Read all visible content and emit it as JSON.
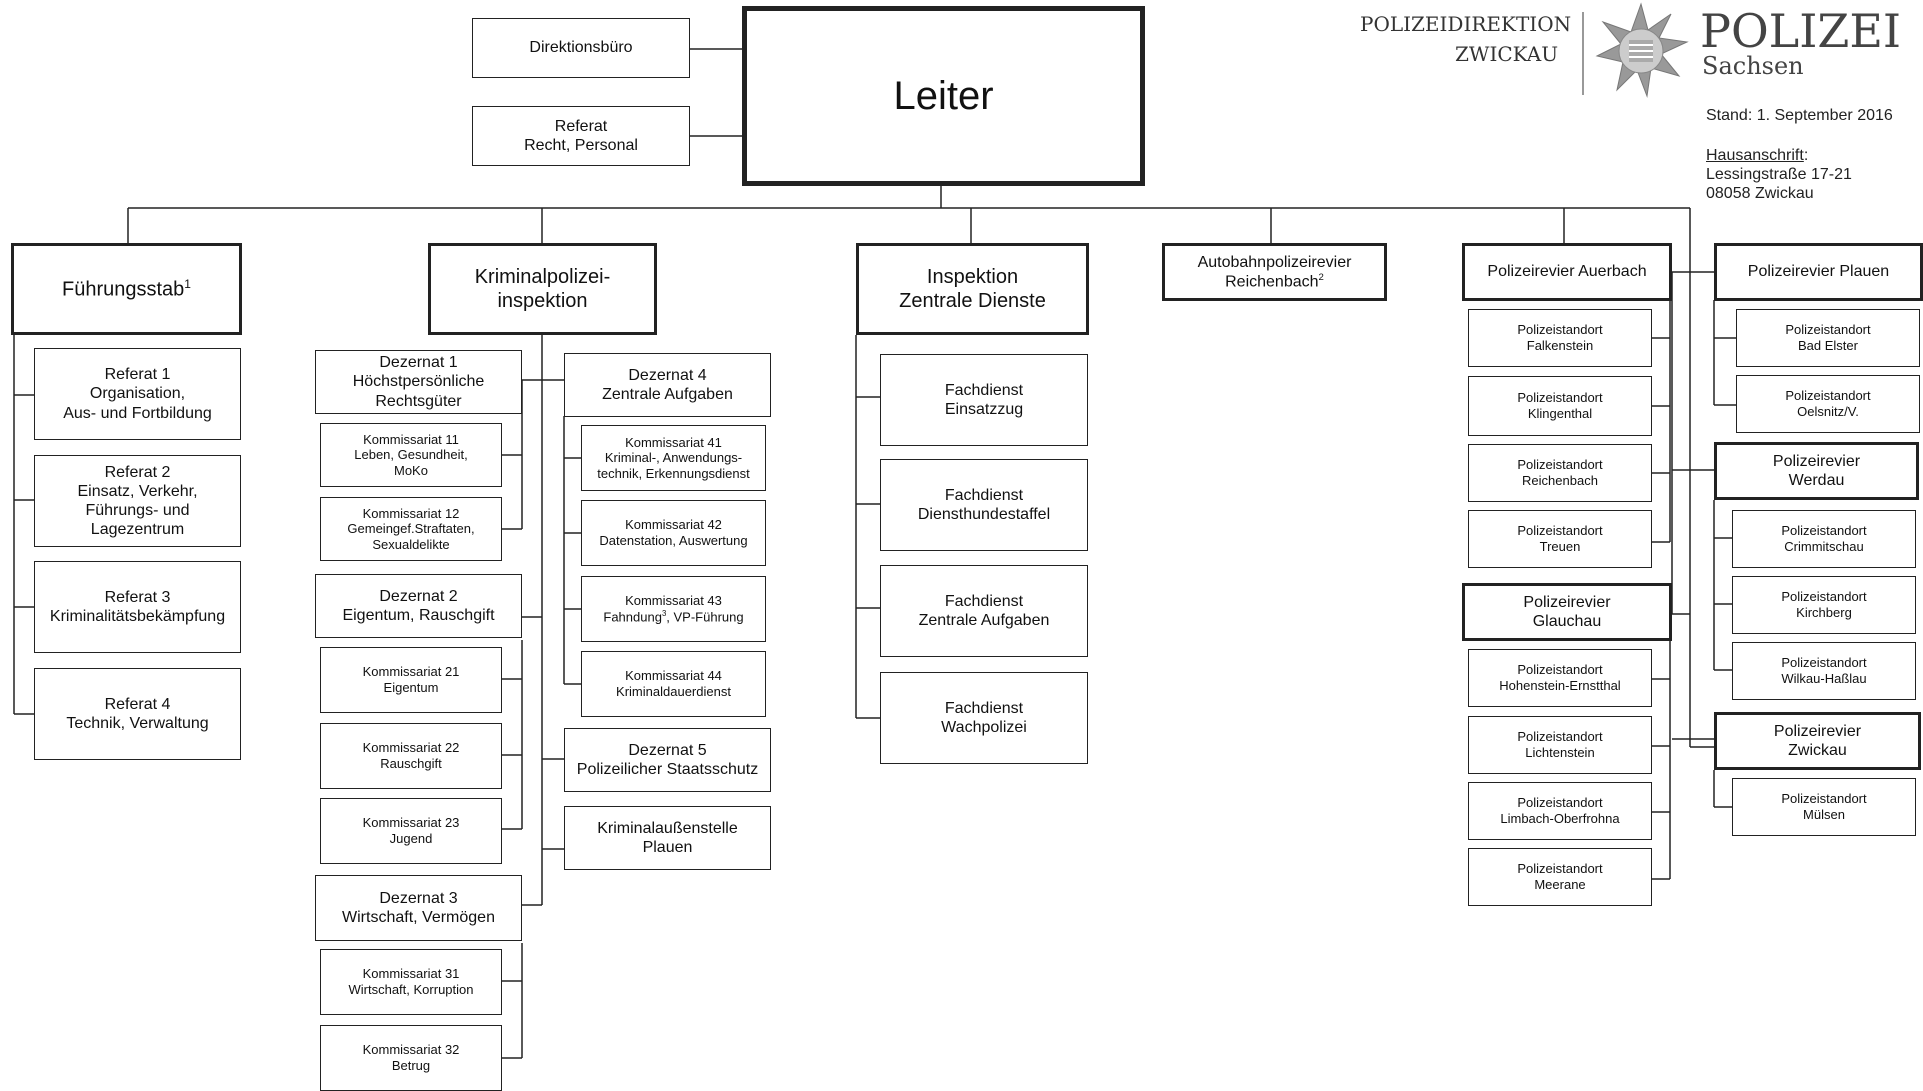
{
  "header": {
    "agency_line1": "POLIZEIDIREKTION",
    "agency_line2": "ZWICKAU",
    "brand": "POLIZEI",
    "brand_region": "Sachsen",
    "stand": "Stand: 1. September 2016",
    "address_label": "Hausanschrift",
    "address_colon": ":",
    "address_street": "Lessingstraße 17-21",
    "address_city": "08058 Zwickau"
  },
  "top": {
    "leiter": "Leiter",
    "direktionsbuero": "Direktionsbüro",
    "referat_recht": "Referat\nRecht, Personal"
  },
  "fuehrungsstab": {
    "title": "Führungsstab",
    "footnote": "1",
    "items": [
      "Referat 1\nOrganisation,\nAus- und Fortbildung",
      "Referat 2\nEinsatz, Verkehr,\nFührungs- und\nLagezentrum",
      "Referat 3\nKriminalitätsbekämpfung",
      "Referat 4\nTechnik, Verwaltung"
    ]
  },
  "kpi": {
    "title": "Kriminalpolizei-\ninspektion",
    "dezernat1": "Dezernat 1\nHöchstpersönliche\nRechtsgüter",
    "k11": "Kommissariat 11\nLeben, Gesundheit,\nMoKo",
    "k12": "Kommissariat 12\nGemeingef.Straftaten,\nSexualdelikte",
    "dezernat2": "Dezernat 2\nEigentum, Rauschgift",
    "k21": "Kommissariat 21\nEigentum",
    "k22": "Kommissariat 22\nRauschgift",
    "k23": "Kommissariat 23\nJugend",
    "dezernat3": "Dezernat 3\nWirtschaft, Vermögen",
    "k31": "Kommissariat 31\nWirtschaft, Korruption",
    "k32": "Kommissariat 32\nBetrug",
    "dezernat4": "Dezernat 4\nZentrale Aufgaben",
    "k41": "Kommissariat 41\nKriminal-, Anwendungs-\ntechnik, Erkennungsdienst",
    "k42": "Kommissariat 42\nDatenstation, Auswertung",
    "k43_line1": "Kommissariat 43",
    "k43_a": "Fahndung",
    "k43_sup": "3",
    "k43_b": ", VP-Führung",
    "k44": "Kommissariat 44\nKriminaldauerdienst",
    "dezernat5": "Dezernat 5\nPolizeilicher Staatsschutz",
    "aussenstelle": "Kriminalaußenstelle\nPlauen"
  },
  "izd": {
    "title": "Inspektion\nZentrale Dienste",
    "items": [
      "Fachdienst\nEinsatzzug",
      "Fachdienst\nDiensthundestaffel",
      "Fachdienst\nZentrale Aufgaben",
      "Fachdienst\nWachpolizei"
    ]
  },
  "autobahn": {
    "line1": "Autobahnpolizeirevier",
    "line2": "Reichenbach",
    "footnote": "2"
  },
  "auerbach": {
    "title": "Polizeirevier Auerbach",
    "items": [
      "Polizeistandort\nFalkenstein",
      "Polizeistandort\nKlingenthal",
      "Polizeistandort\nReichenbach",
      "Polizeistandort\nTreuen"
    ]
  },
  "glauchau": {
    "title": "Polizeirevier\nGlauchau",
    "items": [
      "Polizeistandort\nHohenstein-Ernstthal",
      "Polizeistandort\nLichtenstein",
      "Polizeistandort\nLimbach-Oberfrohna",
      "Polizeistandort\nMeerane"
    ]
  },
  "plauen": {
    "title": "Polizeirevier Plauen",
    "items": [
      "Polizeistandort\nBad Elster",
      "Polizeistandort\nOelsnitz/V."
    ]
  },
  "werdau": {
    "title": "Polizeirevier\nWerdau",
    "items": [
      "Polizeistandort\nCrimmitschau",
      "Polizeistandort\nKirchberg",
      "Polizeistandort\nWilkau-Haßlau"
    ]
  },
  "zwickau": {
    "title": "Polizeirevier\nZwickau",
    "items": [
      "Polizeistandort\nMülsen"
    ]
  },
  "colors": {
    "line": "#222222",
    "text": "#111111",
    "logo_grey": "#666666"
  },
  "icons": {
    "logo": "police-star-badge-icon"
  }
}
